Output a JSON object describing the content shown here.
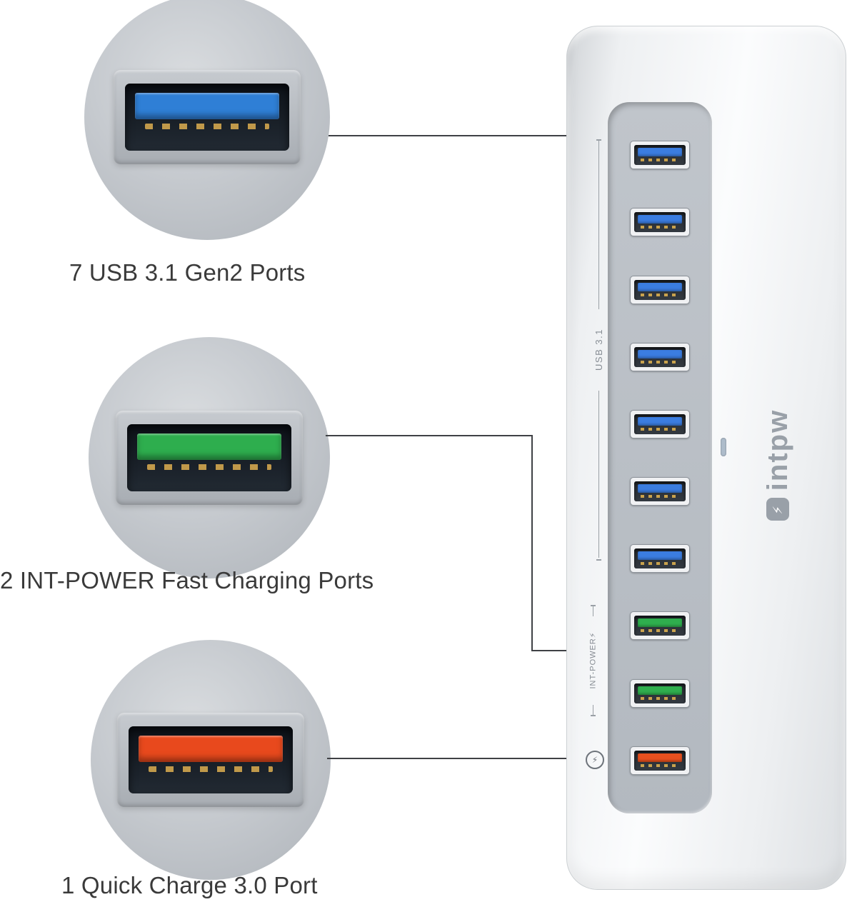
{
  "callouts": [
    {
      "id": "usb31",
      "label": "7 USB 3.1 Gen2 Ports",
      "tongue_color": "#2f7fd6"
    },
    {
      "id": "intpower",
      "label": "2 INT-POWER Fast Charging Ports",
      "tongue_color": "#2eae4e"
    },
    {
      "id": "qc",
      "label": "1 Quick Charge 3.0 Port",
      "tongue_color": "#e8491d"
    }
  ],
  "colors": {
    "line": "#3f4145",
    "dot": "#3f86e0"
  },
  "device": {
    "brand": "intpw",
    "brand_logo_symbol": "⚡",
    "labels": {
      "usb_group": "USB 3.1",
      "intpower_group": "INT-POWER⚡",
      "qc_symbol": "⚡"
    },
    "ports": [
      {
        "type": "usb3.1-1",
        "color": "#3b7de0"
      },
      {
        "type": "usb3.1-2",
        "color": "#3b7de0"
      },
      {
        "type": "usb3.1-3",
        "color": "#3b7de0"
      },
      {
        "type": "usb3.1-4",
        "color": "#3b7de0"
      },
      {
        "type": "usb3.1-5",
        "color": "#3b7de0"
      },
      {
        "type": "usb3.1-6",
        "color": "#3b7de0"
      },
      {
        "type": "usb3.1-7",
        "color": "#3b7de0"
      },
      {
        "type": "int-power-1",
        "color": "#2fae4e"
      },
      {
        "type": "int-power-2",
        "color": "#2fae4e"
      },
      {
        "type": "quick-charge",
        "color": "#e8501e"
      }
    ]
  }
}
